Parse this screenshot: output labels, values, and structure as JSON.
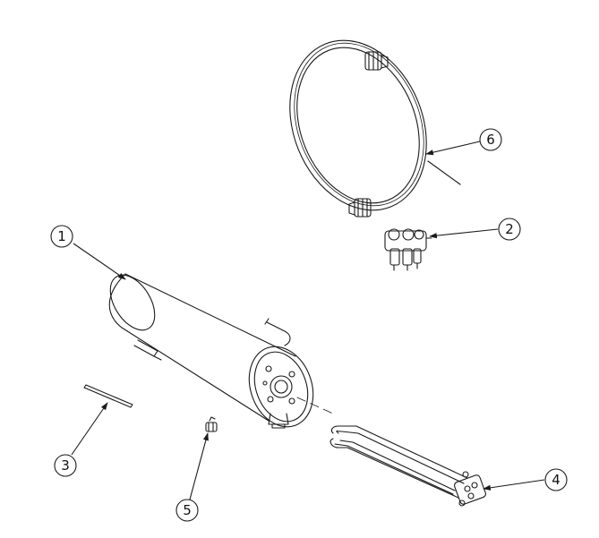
{
  "callouts": [
    {
      "id": "1",
      "label": "1",
      "part": "tank"
    },
    {
      "id": "2",
      "label": "2",
      "part": "solenoid-valve"
    },
    {
      "id": "3",
      "label": "3",
      "part": "gasket-strip"
    },
    {
      "id": "4",
      "label": "4",
      "part": "heating-element"
    },
    {
      "id": "5",
      "label": "5",
      "part": "sensor"
    },
    {
      "id": "6",
      "label": "6",
      "part": "hose-loop"
    }
  ],
  "colors": {
    "line": "#1a1a1a",
    "background": "#ffffff"
  }
}
